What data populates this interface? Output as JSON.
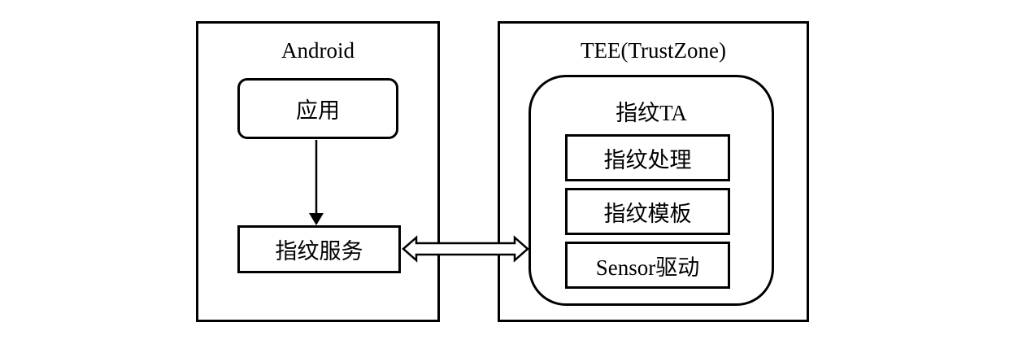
{
  "android": {
    "title": "Android",
    "app_label": "应用",
    "service_label": "指纹服务"
  },
  "tee": {
    "title": "TEE(TrustZone)",
    "ta": {
      "title": "指纹TA",
      "modules": [
        "指纹处理",
        "指纹模板",
        "Sensor驱动"
      ]
    }
  }
}
